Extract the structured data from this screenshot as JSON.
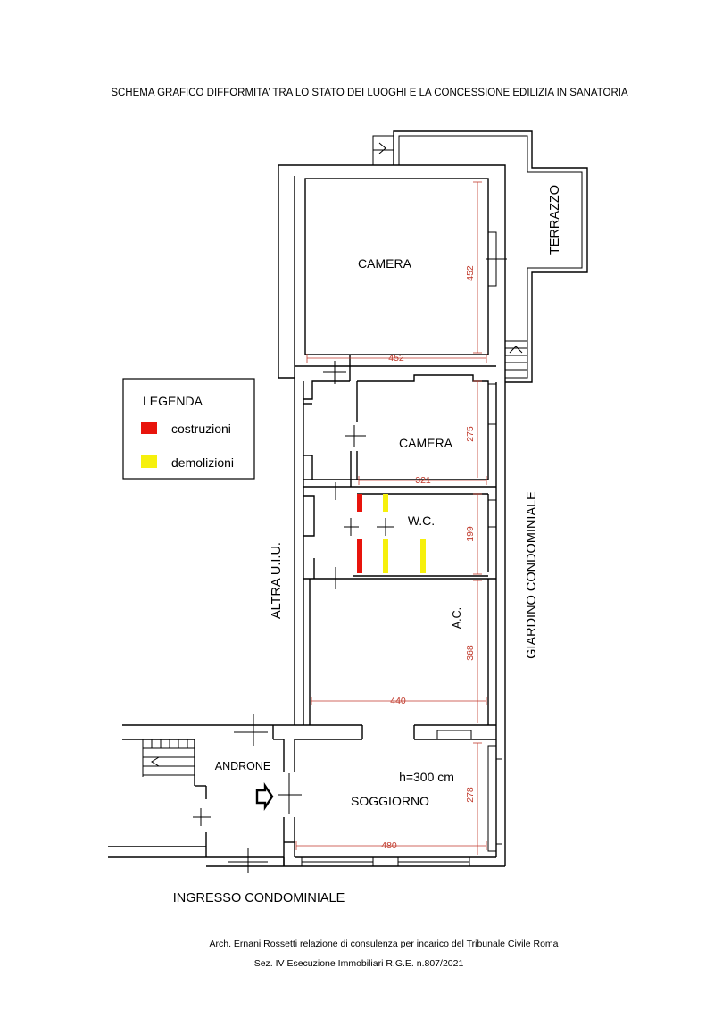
{
  "title": "SCHEMA GRAFICO DIFFORMITA’ TRA LO STATO DEI LUOGHI E LA CONCESSIONE EDILIZIA IN SANATORIA",
  "rooms": {
    "camera1": "CAMERA",
    "camera2": "CAMERA",
    "wc": "W.C.",
    "ac": "A.C.",
    "height": "h=300 cm",
    "soggiorno": "SOGGIORNO",
    "androne": "ANDRONE",
    "terrazzo": "TERRAZZO"
  },
  "side_labels": {
    "altra_uiu": "ALTRA U.I.U.",
    "giardino": "GIARDINO CONDOMINIALE",
    "ingresso": "INGRESSO CONDOMINIALE"
  },
  "dimensions": {
    "camera1_h": "452",
    "camera1_w": "452",
    "camera2_h": "275",
    "camera2_w": "321",
    "wc_h": "199",
    "ac_h": "368",
    "ac_w": "440",
    "soggiorno_h": "278",
    "soggiorno_w": "480"
  },
  "legend": {
    "title": "LEGENDA",
    "items": [
      {
        "label": "costruzioni",
        "color": "#e8140c"
      },
      {
        "label": "demolizioni",
        "color": "#f6f00c"
      }
    ]
  },
  "footer": {
    "line1": "Arch. Ernani Rossetti relazione di consulenza per incarico del Tribunale Civile Roma",
    "line2": "Sez. IV Esecuzione Immobiliari R.G.E. n.807/2021"
  },
  "colors": {
    "dimension": "#c0392b",
    "costruzioni": "#e8140c",
    "demolizioni": "#f6f00c"
  }
}
